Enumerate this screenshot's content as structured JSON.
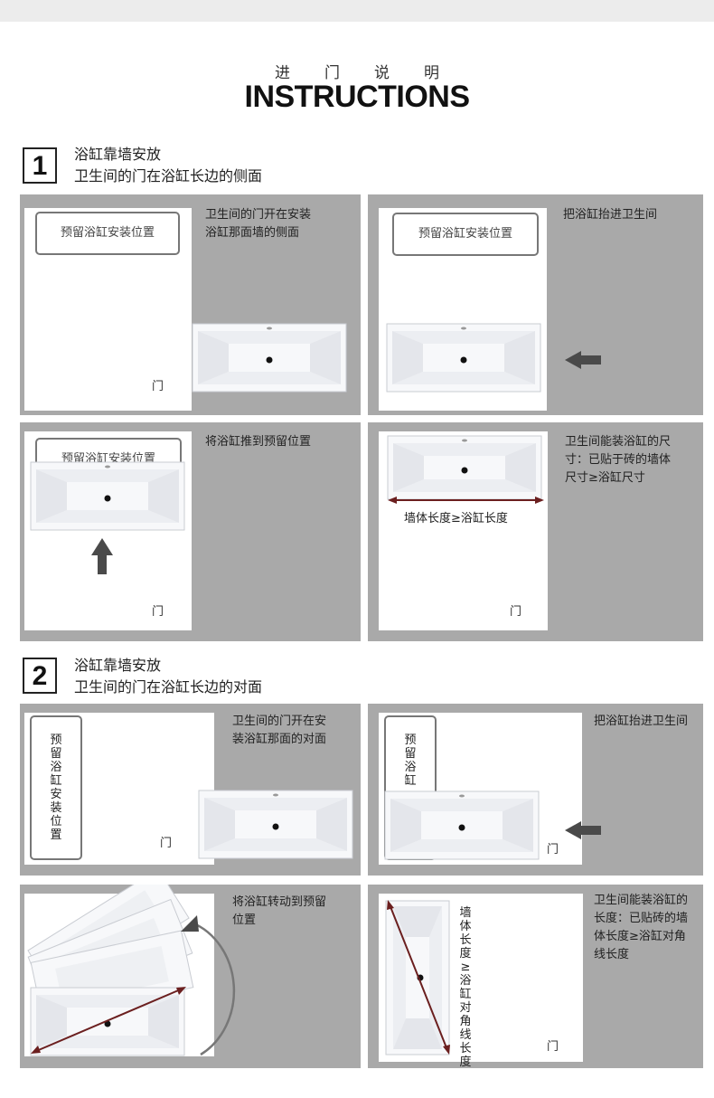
{
  "header": {
    "subtitle": "进门说明",
    "title": "INSTRUCTIONS"
  },
  "section1": {
    "number": "1",
    "line1": "浴缸靠墙安放",
    "line2": "卫生间的门在浴缸长边的侧面",
    "panels": [
      {
        "text1": "卫生间的门开在安装",
        "text2": "浴缸那面墙的侧面",
        "reserved": "预留浴缸安装位置",
        "door": "门"
      },
      {
        "text1": "把浴缸抬进卫生间",
        "reserved": "预留浴缸安装位置"
      },
      {
        "text1": "将浴缸推到预留位置",
        "reserved": "预留浴缸安装位置",
        "door": "门"
      },
      {
        "text1": "卫生间能装浴缸的尺",
        "text2": "寸：已贴于砖的墙体",
        "text3": "尺寸≥浴缸尺寸",
        "measure": "墙体长度≥浴缸长度",
        "door": "门"
      }
    ]
  },
  "section2": {
    "number": "2",
    "line1": "浴缸靠墙安放",
    "line2": "卫生间的门在浴缸长边的对面",
    "panels": [
      {
        "text1": "卫生间的门开在安",
        "text2": "装浴缸那面的对面",
        "reserved": "预留浴缸安装位置",
        "door": "门"
      },
      {
        "text1": "把浴缸抬进卫生间",
        "reserved": "预留浴缸",
        "door": "门"
      },
      {
        "text1": "将浴缸转动到预留",
        "text2": "位置"
      },
      {
        "text1": "卫生间能装浴缸的",
        "text2": "长度：已贴砖的墙",
        "text3": "体长度≥浴缸对角",
        "text4": "线长度",
        "measure": "墙体长度≥浴缸对角线长度",
        "door": "门"
      }
    ]
  },
  "colors": {
    "panel_bg": "#a9a9a9",
    "arrow": "#4a4a4a",
    "measure_line": "#6b1f1f"
  }
}
